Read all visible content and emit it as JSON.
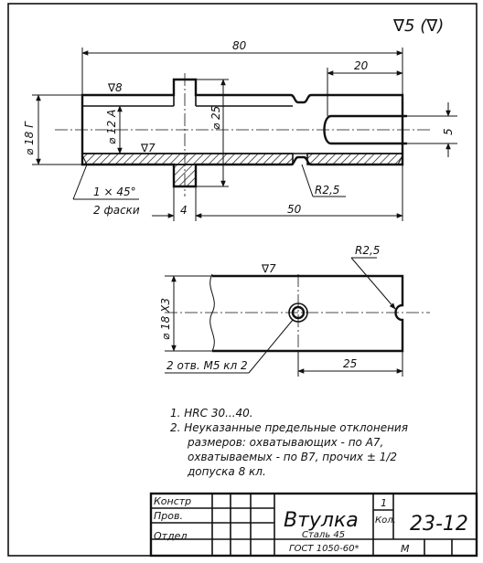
{
  "general_roughness": "∇5 (∇)",
  "front_view": {
    "length_total": "80",
    "length_slot": "20",
    "slot_width": "5",
    "diameter_outer": "⌀ 18 Г",
    "diameter_bore": "⌀ 12 А",
    "diameter_flange": "⌀ 25",
    "roughness_outer": "∇8",
    "roughness_bore": "∇7",
    "radius": "R2,5",
    "chamfer": "1 × 45°",
    "chamfer_count": "2 фаски",
    "flange_width": "4",
    "length_right": "50"
  },
  "bottom_view": {
    "roughness": "∇7",
    "radius": "R2,5",
    "diameter": "⌀ 18 Х3",
    "holes": "2 отв. М5 кл 2",
    "length": "25"
  },
  "notes": [
    "1.  HRC 30...40.",
    "2.  Неуказанные предельные отклонения",
    "размеров: охватывающих - по А7,",
    "охватываемых - по В7, прочих ± 1/2",
    "допуска 8 кл."
  ],
  "title_block": {
    "row1": "Констр",
    "row2": "Пров.",
    "row3": "Отдел",
    "name": "Втулка",
    "qty": "1",
    "qty_label": "Кол.",
    "number": "23-12",
    "material_1": "Сталь 45",
    "material_2": "ГОСТ 1050-60*",
    "scale": "М"
  }
}
